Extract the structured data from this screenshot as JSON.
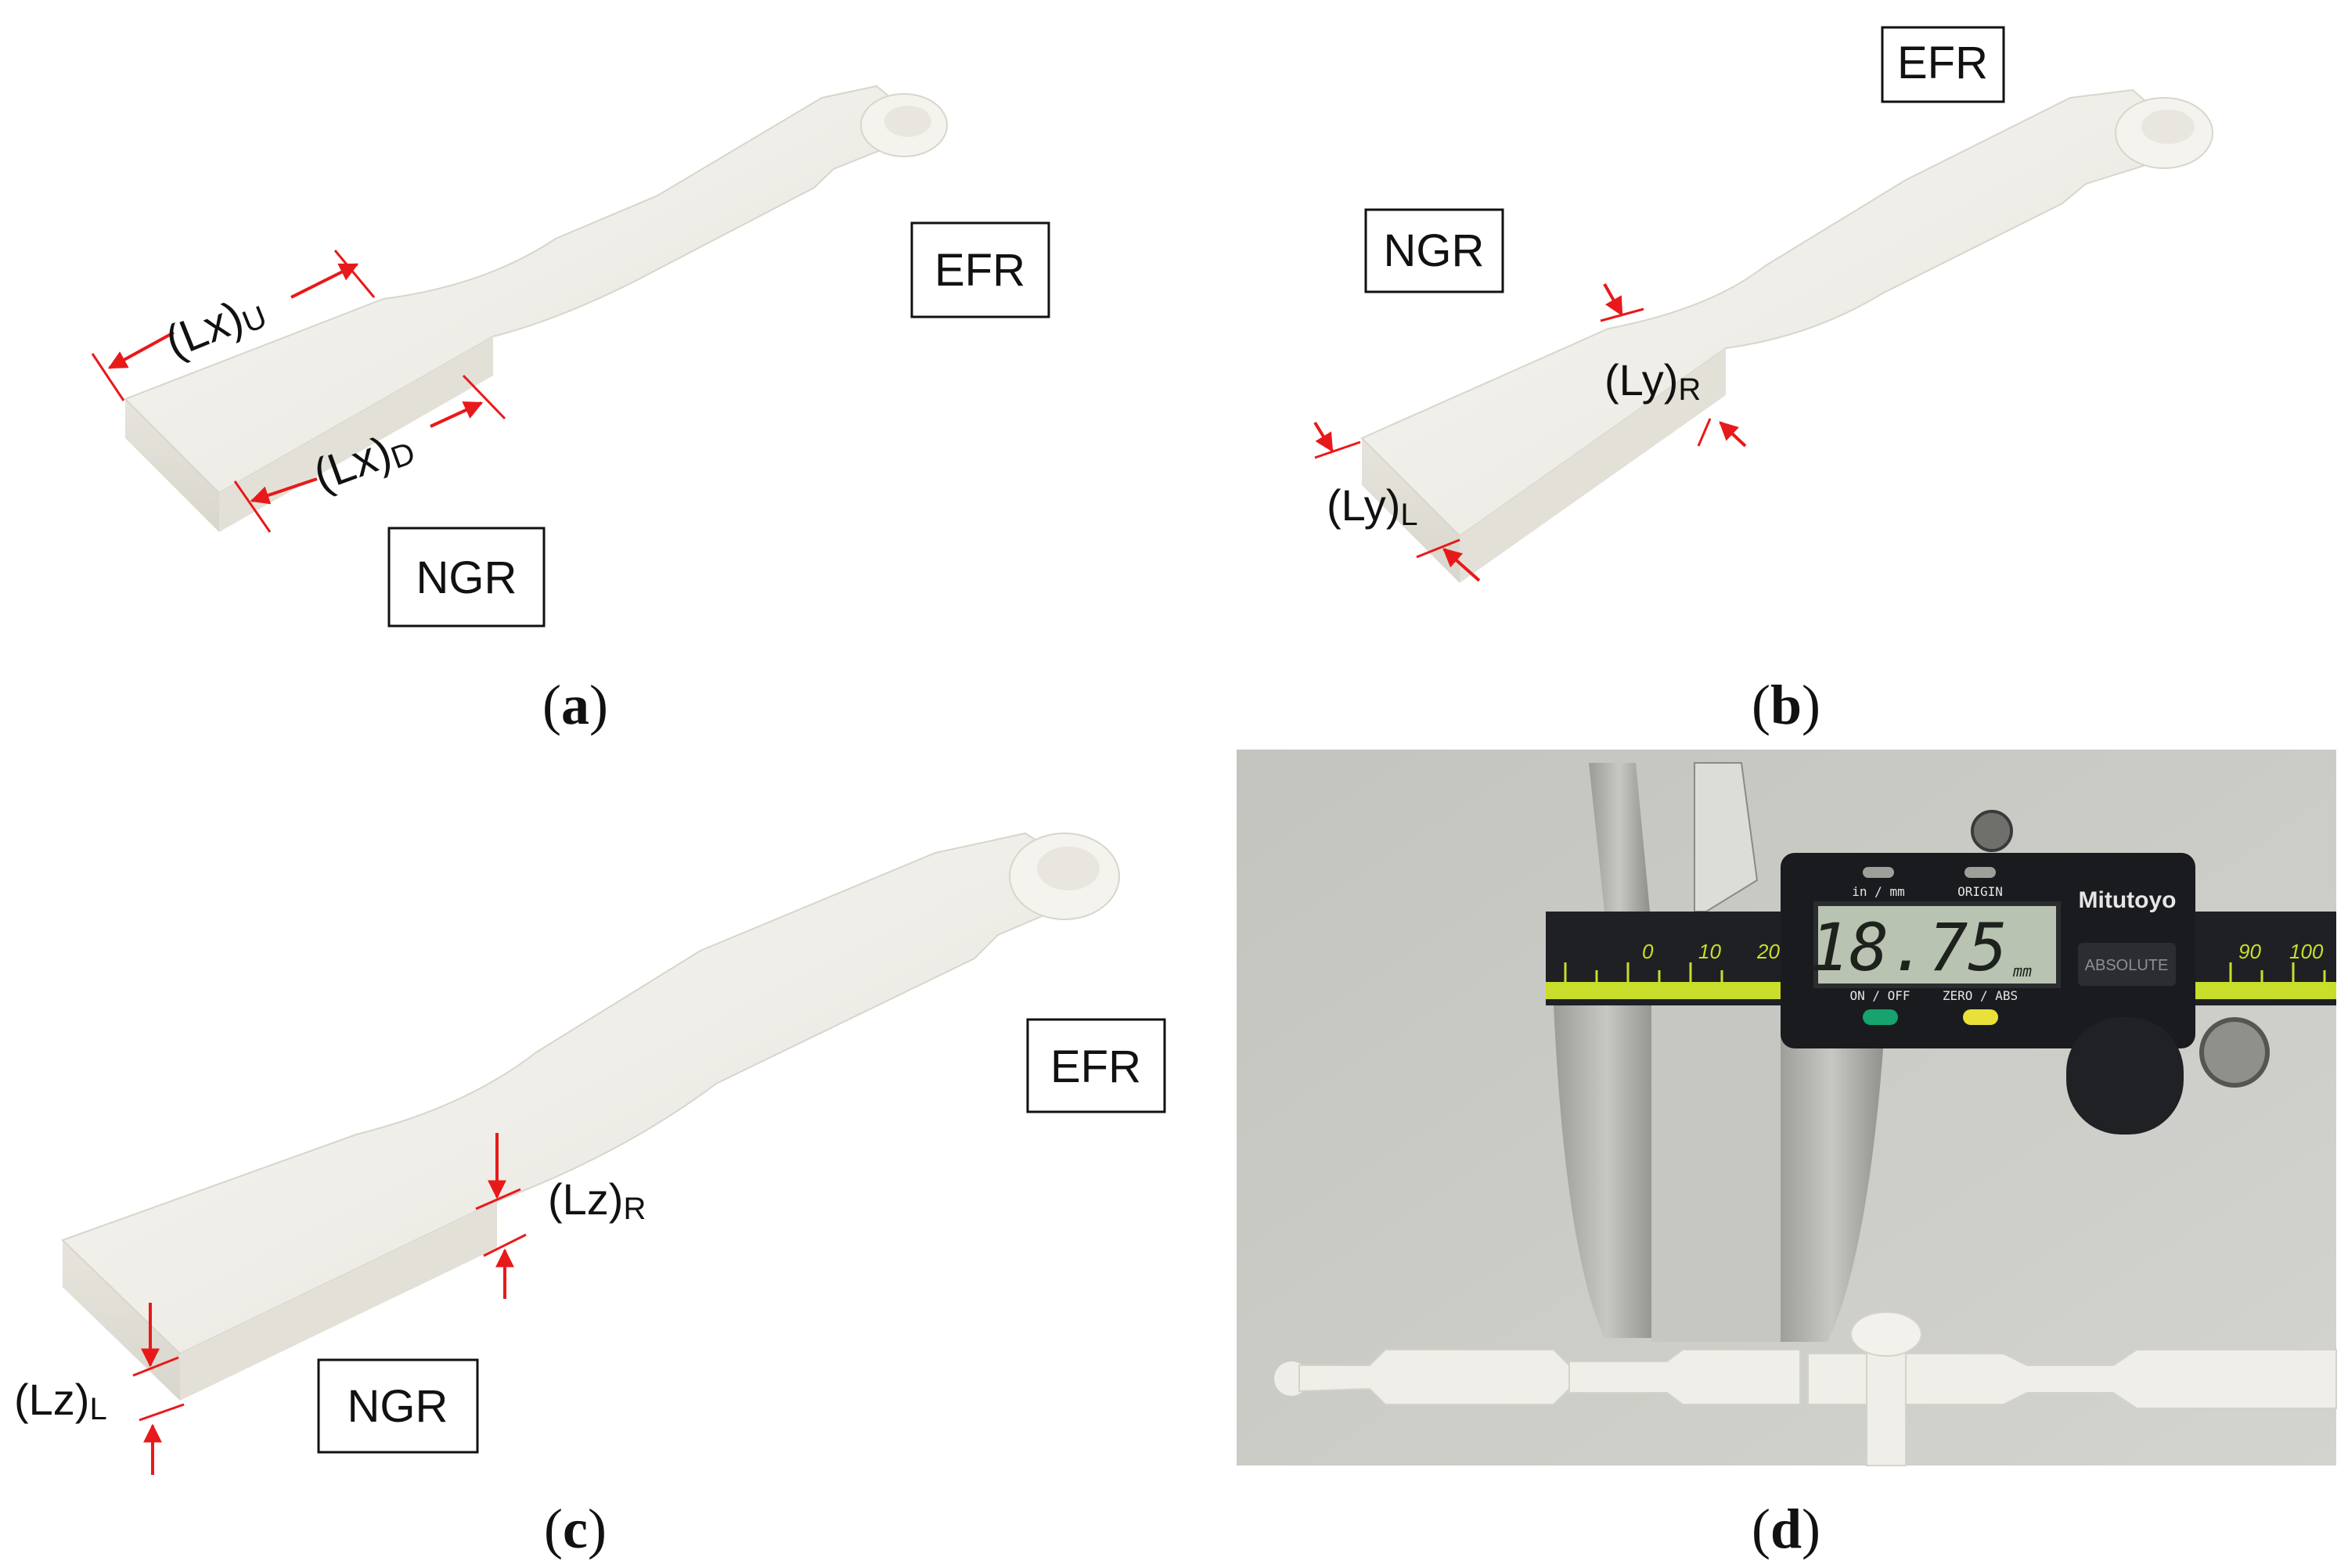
{
  "panels": {
    "a": {
      "caption": "a",
      "regions": {
        "efr": "EFR",
        "ngr": "NGR"
      },
      "dims": [
        {
          "main": "(Lx)",
          "sub": "U"
        },
        {
          "main": "(Lx)",
          "sub": "D"
        }
      ]
    },
    "b": {
      "caption": "b",
      "regions": {
        "efr": "EFR",
        "ngr": "NGR"
      },
      "dims": [
        {
          "main": "(Ly)",
          "sub": "R"
        },
        {
          "main": "(Ly)",
          "sub": "L"
        }
      ]
    },
    "c": {
      "caption": "c",
      "regions": {
        "efr": "EFR",
        "ngr": "NGR"
      },
      "dims": [
        {
          "main": "(Lz)",
          "sub": "R"
        },
        {
          "main": "(Lz)",
          "sub": "L"
        }
      ]
    },
    "d": {
      "caption": "d",
      "caliper": {
        "brand": "Mitutoyo",
        "reading": "18.75",
        "unit": "mm",
        "unit_toggle": "in / mm",
        "origin_label": "ORIGIN",
        "on_off_label": "ON / OFF",
        "zero_abs_label": "ZERO / ABS",
        "absolute_label": "ABSOLUTE",
        "scale_ticks": [
          "0",
          "10",
          "20",
          "90",
          "100"
        ]
      }
    }
  },
  "colors": {
    "dimension_arrows": "#e8191a",
    "specimen": "#f1efe8",
    "photo_background": "#c9c9c5",
    "lcd": "#b9c3b1",
    "scale_yellow": "#c8de2a"
  }
}
